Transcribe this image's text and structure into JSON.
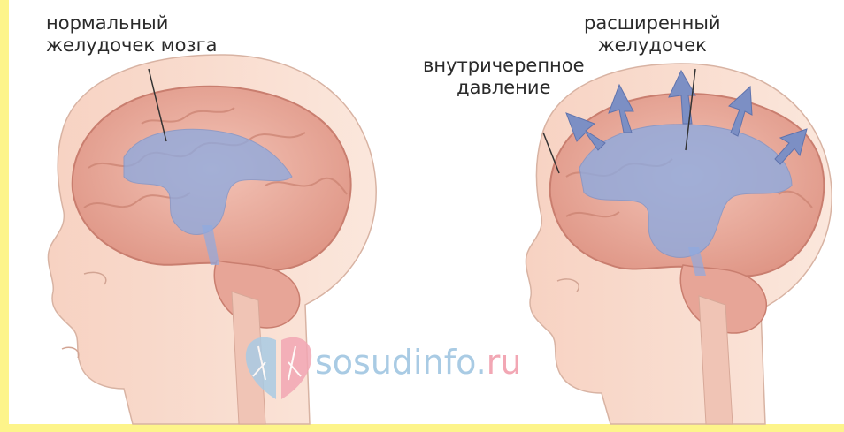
{
  "labels": {
    "normal_line1": "нормальный",
    "normal_line2": "желудочек мозга",
    "pressure_line1": "внутричерепное",
    "pressure_line2": "давление",
    "enlarged_line1": "расширенный",
    "enlarged_line2": "желудочек"
  },
  "watermark": {
    "text_main": "sosudinfo.",
    "text_tld": "ru"
  },
  "colors": {
    "frame": "#fdf48a",
    "skin": "#f9dccd",
    "brain": "#e8a79a",
    "ventricle": "#8eaadf",
    "arrow": "#7c8fc4"
  }
}
